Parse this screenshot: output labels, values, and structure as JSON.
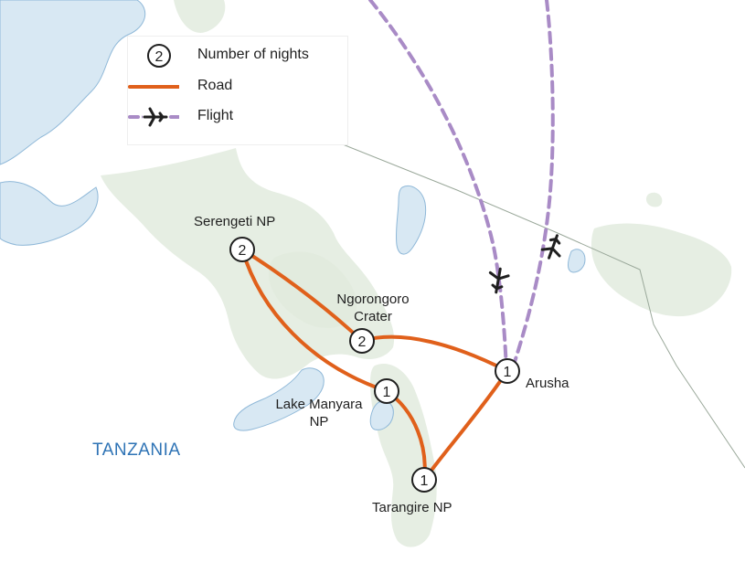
{
  "map": {
    "country_label": "TANZANIA",
    "colors": {
      "water": "#d8e8f3",
      "water_edge": "#8fb8d8",
      "land_park": "#e6eee3",
      "road": "#e0601b",
      "flight": "#a98bc6",
      "border": "#9aa89a",
      "stop_fill": "#ffffff",
      "stop_stroke": "#1f1f1f",
      "country_text": "#2e73b5"
    },
    "stops": [
      {
        "name": "Serengeti NP",
        "nights": "2"
      },
      {
        "name": "Ngorongoro Crater",
        "line1": "Ngorongoro",
        "line2": "Crater",
        "nights": "2"
      },
      {
        "name": "Lake Manyara NP",
        "line1": "Lake Manyara",
        "line2": "NP",
        "nights": "1"
      },
      {
        "name": "Arusha",
        "nights": "1"
      },
      {
        "name": "Tarangire NP",
        "nights": "1"
      }
    ],
    "icons": [
      "airplane-icon",
      "airplane-icon"
    ]
  },
  "legend": {
    "nights_symbol": "2",
    "nights_label": "Number of nights",
    "road_label": "Road",
    "flight_label": "Flight",
    "icons": [
      "number-circle-icon",
      "road-line-icon",
      "flight-line-icon",
      "airplane-icon"
    ]
  }
}
